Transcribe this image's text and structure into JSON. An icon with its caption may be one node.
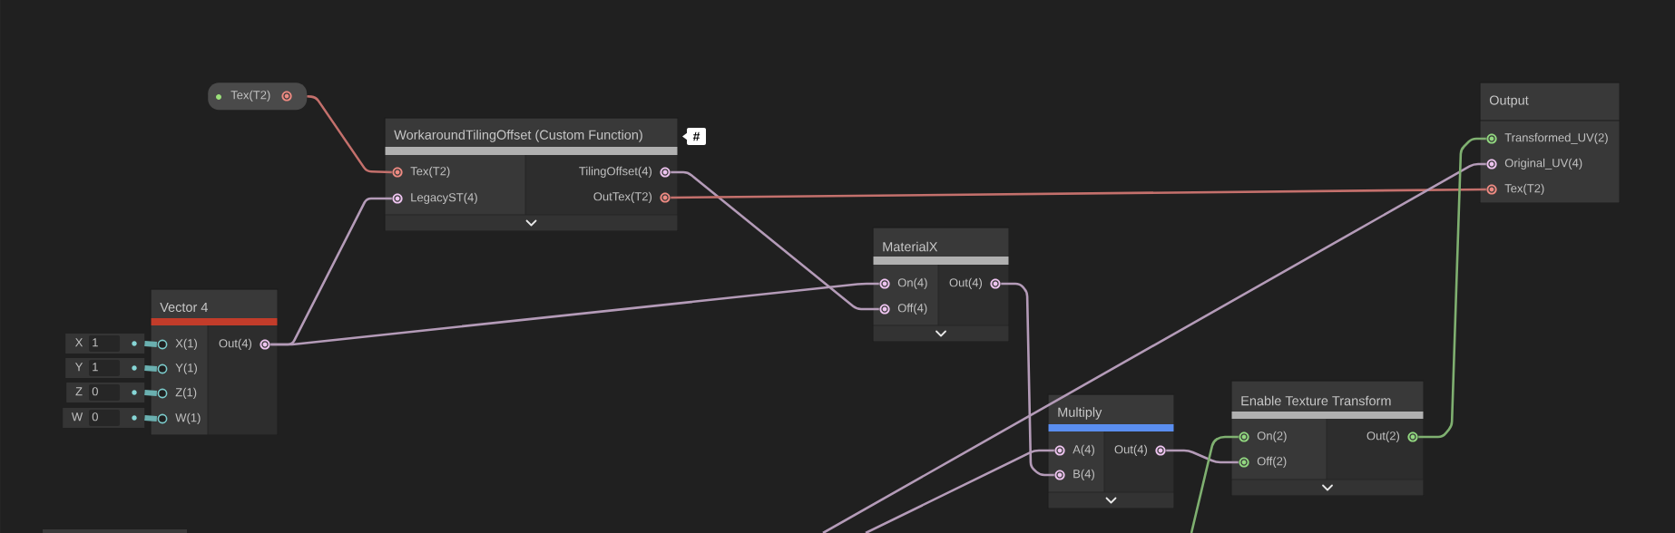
{
  "diagram": {
    "nodes": [
      {
        "text": [
          "Tex(T2)"
        ]
      },
      {
        "text": [
          "WorkaroundTilingOffset (Custom Function)"
        ],
        "beside": [
          "#"
        ]
      },
      {
        "text": [
          "Tex(T2)"
        ],
        "in": 1
      },
      {
        "text": [
          "LegacyST(4)"
        ],
        "in": 1
      },
      {
        "text": [
          "TilingOffset(4)"
        ],
        "in": 1
      },
      {
        "text": [
          "OutTex(T2)"
        ],
        "in": 1
      },
      {
        "text": [
          "Output"
        ]
      },
      {
        "text": [
          "Transformed_UV(2)"
        ],
        "in": 6
      },
      {
        "text": [
          "Original_UV(4)"
        ],
        "in": 6
      },
      {
        "text": [
          "Tex(T2)"
        ],
        "in": 6
      },
      {
        "text": [
          "MaterialX"
        ]
      },
      {
        "text": [
          "On(4)"
        ],
        "in": 10
      },
      {
        "text": [
          "Off(4)"
        ],
        "in": 10
      },
      {
        "text": [
          "Out(4)"
        ],
        "in": 10
      },
      {
        "text": [
          "Vector 4"
        ]
      },
      {
        "text": [
          "X(1)"
        ],
        "in": 14
      },
      {
        "text": [
          "Y(1)"
        ],
        "in": 14
      },
      {
        "text": [
          "Z(1)"
        ],
        "in": 14
      },
      {
        "text": [
          "W(1)"
        ],
        "in": 14
      },
      {
        "text": [
          "Out(4)"
        ],
        "in": 14
      },
      {
        "text": [
          "X",
          "1"
        ]
      },
      {
        "text": [
          "Y",
          "1"
        ]
      },
      {
        "text": [
          "Z",
          "0"
        ]
      },
      {
        "text": [
          "W",
          "0"
        ]
      },
      {
        "text": [
          "Multiply"
        ]
      },
      {
        "text": [
          "A(4)"
        ],
        "in": 24
      },
      {
        "text": [
          "B(4)"
        ],
        "in": 24
      },
      {
        "text": [
          "Out(4)"
        ],
        "in": 24
      },
      {
        "text": [
          "Enable Texture Transform"
        ]
      },
      {
        "text": [
          "On(2)"
        ],
        "in": 28
      },
      {
        "text": [
          "Off(2)"
        ],
        "in": 28
      },
      {
        "text": [
          "Out(2)"
        ],
        "in": 28
      }
    ],
    "edges": [
      {
        "from": 0,
        "to": 2,
        "arrow": "none",
        "color": "#c4706c"
      },
      {
        "from": 19,
        "to": 3,
        "arrow": "none"
      },
      {
        "from": 19,
        "to": 11,
        "arrow": "none"
      },
      {
        "from": 4,
        "to": 12,
        "arrow": "none"
      },
      {
        "from": 5,
        "to": 9,
        "arrow": "none",
        "color": "#c4706c"
      },
      {
        "from": 13,
        "to": 26,
        "arrow": "none"
      },
      {
        "from": null,
        "to": 25,
        "arrow": "none"
      },
      {
        "from": null,
        "to": 8,
        "arrow": "none"
      },
      {
        "from": 27,
        "to": 30,
        "arrow": "none"
      },
      {
        "from": null,
        "to": 29,
        "arrow": "none",
        "color": "#7fb070"
      },
      {
        "from": 31,
        "to": 7,
        "arrow": "none",
        "color": "#7fb070"
      },
      {
        "from": 20,
        "to": 15,
        "arrow": "none",
        "color": "#6ab0b0",
        "style": "thick"
      },
      {
        "from": 21,
        "to": 16,
        "arrow": "none",
        "color": "#6ab0b0",
        "style": "thick"
      },
      {
        "from": 22,
        "to": 17,
        "arrow": "none",
        "color": "#6ab0b0",
        "style": "thick"
      },
      {
        "from": 23,
        "to": 18,
        "arrow": "none",
        "color": "#6ab0b0",
        "style": "thick"
      }
    ]
  }
}
